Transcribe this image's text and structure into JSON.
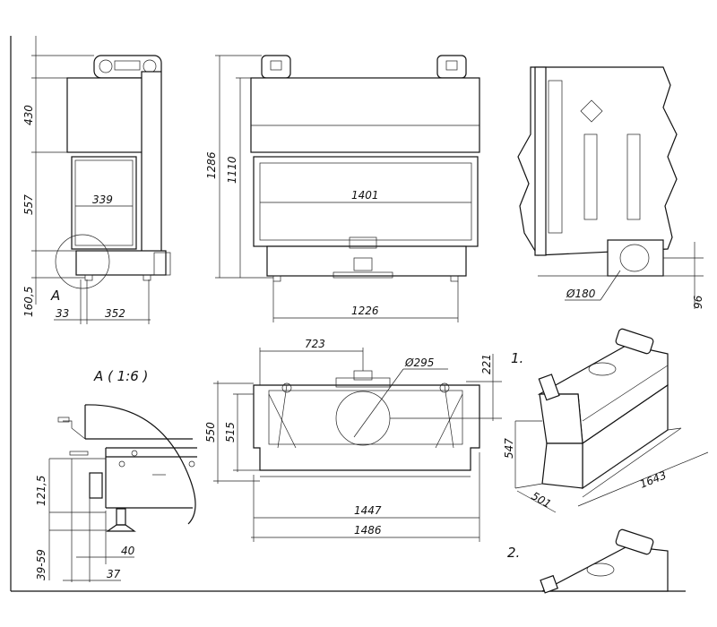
{
  "side_view": {
    "dims": {
      "height_upper": "430",
      "height_lower": "557",
      "base_height": "160,5",
      "door_width": "339",
      "offset": "33",
      "depth": "352"
    },
    "detail_marker": "A"
  },
  "front_view": {
    "dims": {
      "total_height": "1286",
      "body_height": "1110",
      "glass_width": "1401",
      "base_width": "1226"
    }
  },
  "rear_view": {
    "dims": {
      "flue_diameter": "Ø180",
      "flue_height": "96"
    }
  },
  "top_view": {
    "dims": {
      "flue_offset": "723",
      "flue_diameter": "Ø295",
      "flue_depth": "221",
      "total_depth": "550",
      "body_depth": "515",
      "body_width": "1447",
      "total_width": "1486"
    }
  },
  "detail_a": {
    "title": "A ( 1:6 )",
    "dims": {
      "foot_height": "121,5",
      "leg_range": "39-59",
      "offset_1": "40",
      "offset_2": "37"
    }
  },
  "iso_1": {
    "label": "1.",
    "dims": {
      "height": "547",
      "depth": "501",
      "length": "1643"
    }
  },
  "iso_2": {
    "label": "2."
  }
}
